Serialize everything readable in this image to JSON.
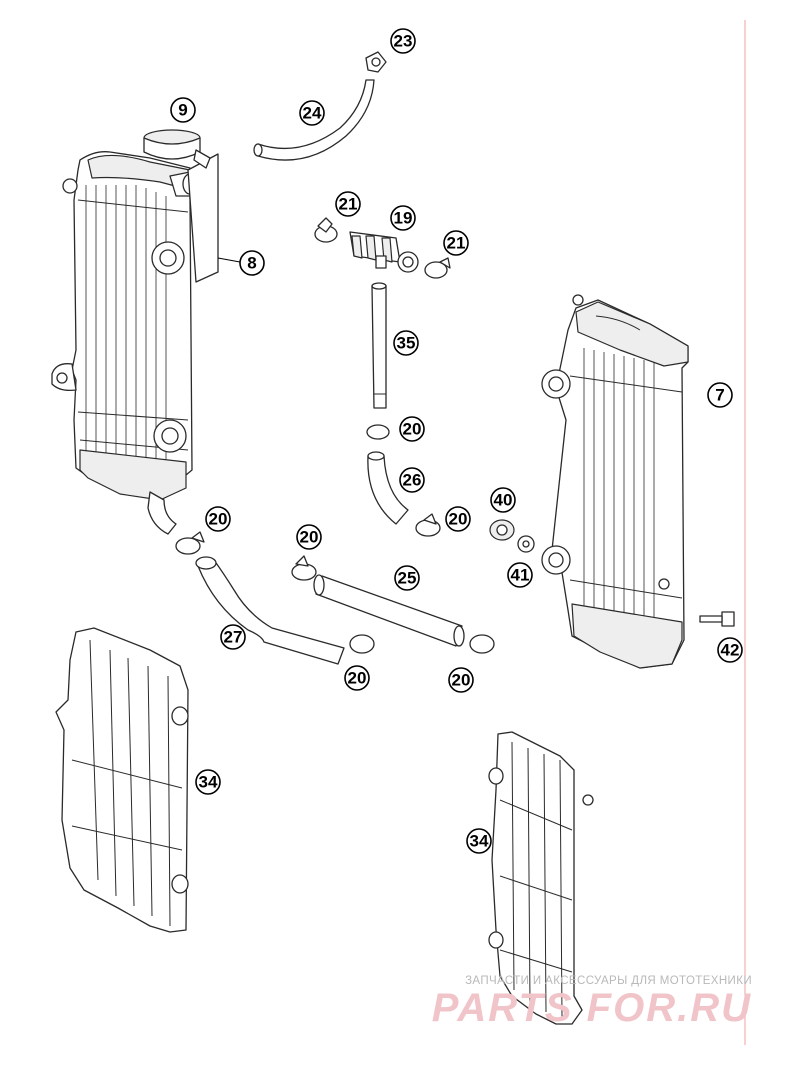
{
  "callouts": {
    "c23": "23",
    "c24": "24",
    "c9": "9",
    "c8": "8",
    "c21a": "21",
    "c19": "19",
    "c21b": "21",
    "c35": "35",
    "c7": "7",
    "c20a": "20",
    "c26": "26",
    "c20b": "20",
    "c40": "40",
    "c41": "41",
    "c20c": "20",
    "c20d": "20",
    "c25": "25",
    "c27": "27",
    "c20e": "20",
    "c20f": "20",
    "c42": "42",
    "c34a": "34",
    "c34b": "34"
  },
  "watermark": {
    "caption": "ЗАПЧАСТИ И АКСЕССУАРЫ ДЛЯ МОТОТЕХНИКИ",
    "brand": "PARTS FOR.RU"
  },
  "colors": {
    "line": "#2a2a2a",
    "margin_line": "#f2a0a0",
    "watermark_brand": "#f0c4c8",
    "watermark_caption": "#b8b8b8"
  }
}
